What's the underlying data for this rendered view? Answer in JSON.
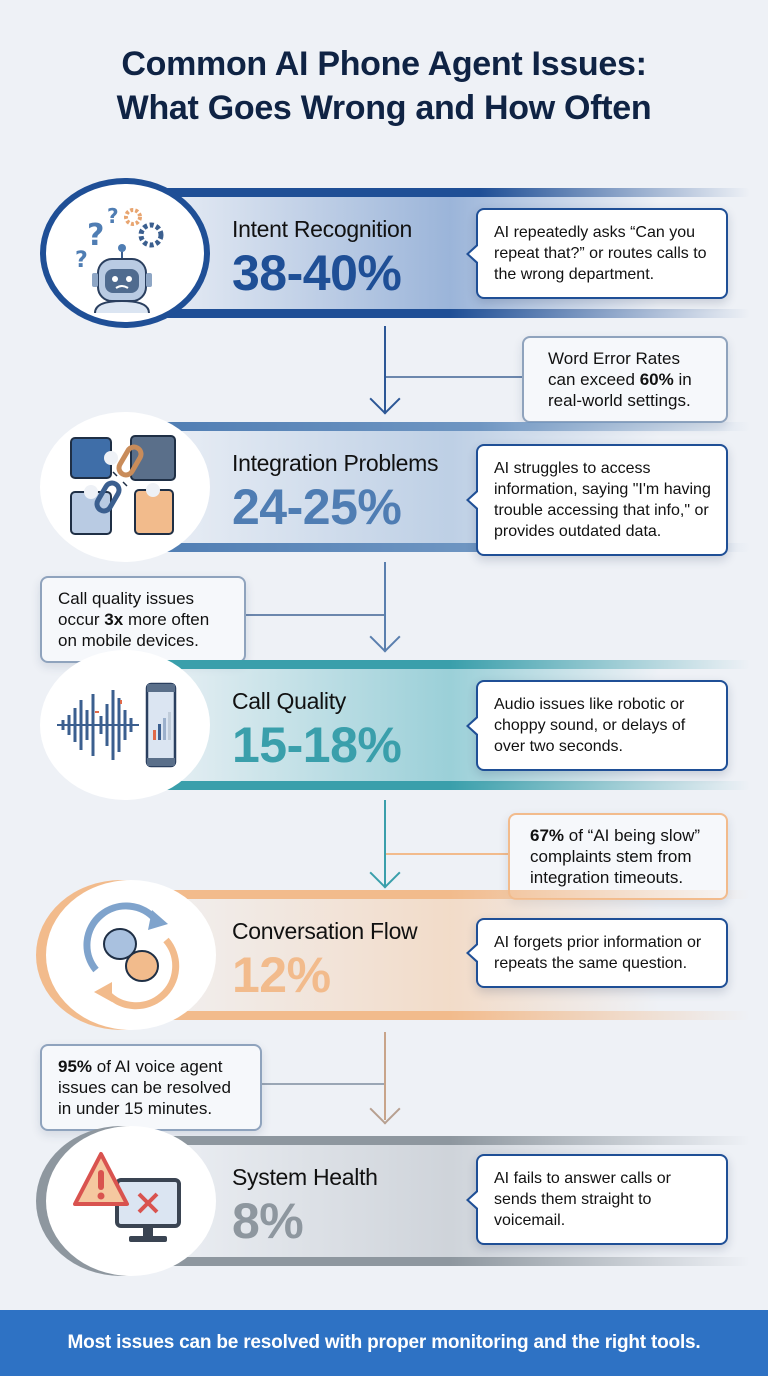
{
  "title": {
    "line1": "Common AI Phone Agent Issues:",
    "line2": "What Goes Wrong and How Often"
  },
  "chart_data": {
    "type": "table",
    "title": "Common AI Phone Agent Issues: What Goes Wrong and How Often",
    "categories": [
      "Intent Recognition",
      "Integration Problems",
      "Call Quality",
      "Conversation Flow",
      "System Health"
    ],
    "values_label": [
      "38-40%",
      "24-25%",
      "15-18%",
      "12%",
      "8%"
    ],
    "values_low": [
      38,
      24,
      15,
      12,
      8
    ],
    "values_high": [
      40,
      25,
      18,
      12,
      8
    ],
    "descriptions": [
      "AI repeatedly asks “Can you repeat that?” or routes calls to the wrong department.",
      "AI struggles to access information, saying \"I'm having trouble accessing that info,\" or provides outdated data.",
      "Audio issues like robotic or choppy sound, or delays of over two seconds.",
      "AI forgets prior information or repeats the same question.",
      "AI fails to answer calls or sends them straight to voicemail."
    ],
    "annotations": [
      "Word Error Rates can exceed 60% in real-world settings.",
      "Call quality issues occur 3x more often on mobile devices.",
      "67% of “AI being slow” complaints stem from integration timeouts.",
      "95% of AI voice agent issues can be resolved in under 15 minutes."
    ],
    "footer": "Most issues can be resolved with proper monitoring and the right tools."
  },
  "sections": [
    {
      "label": "Intent Recognition",
      "value": "38-40%",
      "description": "AI repeatedly asks “Can you repeat that?” or routes calls to the wrong department.",
      "color": "#1f4f96",
      "icon": "confused-robot-icon"
    },
    {
      "label": "Integration Problems",
      "value": "24-25%",
      "description": "AI struggles to access information, saying \"I'm having trouble accessing that info,\" or provides outdated data.",
      "color": "#4f7db3",
      "icon": "broken-puzzle-link-icon"
    },
    {
      "label": "Call Quality",
      "value": "15-18%",
      "description": "Audio issues like robotic or choppy sound, or delays of over two seconds.",
      "color": "#3a9fab",
      "icon": "soundwave-phone-icon"
    },
    {
      "label": "Conversation Flow",
      "value": "12%",
      "description": "AI forgets prior information or repeats the same question.",
      "color": "#f2bb8c",
      "icon": "chat-cycle-icon"
    },
    {
      "label": "System Health",
      "value": "8%",
      "description": "AI fails to answer calls or sends them straight to voicemail.",
      "color": "#8e979f",
      "icon": "warning-monitor-icon"
    }
  ],
  "stats": [
    {
      "pre": "Word Error Rates can exceed ",
      "bold": "60%",
      "post": " in real-world settings."
    },
    {
      "pre": "Call quality issues occur ",
      "bold": "3x",
      "post": " more often on mobile devices."
    },
    {
      "pre": "",
      "bold": "67%",
      "post": " of “AI being slow” complaints stem from integration timeouts."
    },
    {
      "pre": "",
      "bold": "95%",
      "post": " of AI voice agent issues can be resolved in under 15 minutes."
    }
  ],
  "footer": {
    "text": "Most issues can be resolved with proper monitoring and the right tools.",
    "color": "#2e72c4"
  }
}
